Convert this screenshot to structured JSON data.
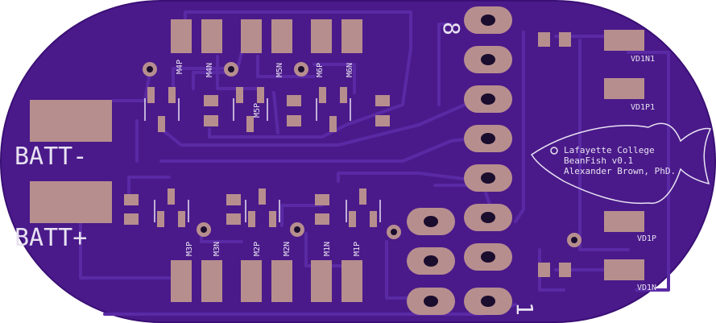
{
  "colors": {
    "board": "#4a1a8a",
    "board_edge": "#3a0f75",
    "trace": "#5a2aa5",
    "pad": "#b78e8e",
    "drill": "#1a0d2e",
    "silk": "#e8e2f2"
  },
  "silkscreen": {
    "batt_minus": "BATT-",
    "batt_plus": "BATT+",
    "pin8": "8",
    "pin1": "1",
    "college": "Lafayette College",
    "version": "BeanFish v0.1",
    "author": "Alexander Brown, PhD.",
    "labels_top": [
      "M4P",
      "M4N",
      "M5N",
      "M6P",
      "M6N"
    ],
    "label_m5p": "M5P",
    "labels_bottom": [
      "M3P",
      "M3N",
      "M2P",
      "M2N",
      "M1N",
      "M1P"
    ],
    "vd1n1": "VD1N1",
    "vd1p1": "VD1P1",
    "vd1p": "VD1P",
    "vd1n": "VD1N"
  }
}
